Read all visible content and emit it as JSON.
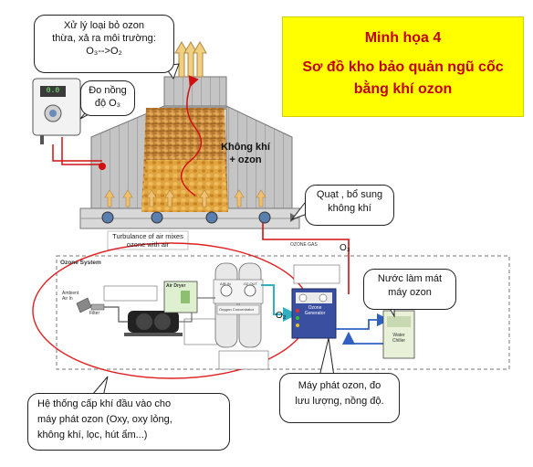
{
  "title": {
    "line1": "Minh họa 4",
    "line2": "Sơ đồ kho bảo quản ngũ cốc",
    "line3": "bằng khí ozon"
  },
  "callouts": {
    "excess_ozone_line1": "Xử lý loại bỏ ozon",
    "excess_ozone_line2": "thừa, xả ra môi trường:",
    "excess_ozone_line3": "O₃-->O₂",
    "sensor_line1": "Đo nồng",
    "sensor_line2": "độ O₃",
    "fan_line1": "Quạt , bổ sung",
    "fan_line2": "không khí",
    "cooling_line1": "Nước làm mát",
    "cooling_line2": "máy ozon",
    "feed_line1": "Hệ thống cấp khí đầu vào cho",
    "feed_line2": "máy phát ozon (Oxy, oxy lỏng,",
    "feed_line3": "không khí, lọc, hút ẩm...)",
    "generator_line1": "Máy  phát ozon, đo",
    "generator_line2": "lưu lượng, nồng độ."
  },
  "labels": {
    "air_ozone_line1": "Không khí",
    "air_ozone_line2": "+ ozon",
    "turbulence_line1": "Turbulance of air mixes",
    "turbulence_line2": "ozone with air",
    "ozone_gas": "OZONE GAS",
    "o3": "O₃",
    "o2": "O₂",
    "ozone_system": "Ozone System",
    "ambient_air": "Ambient",
    "air_in": "Air In",
    "filter": "Filter",
    "air_dryer": "Air Dryer",
    "oxygen_concentrator": "Oxygen Concentrator",
    "ozone_generator_line1": "Ozone",
    "ozone_generator_line2": "Generator",
    "water_chiller_line1": "Water",
    "water_chiller_line2": "Chiller",
    "air_in_gauge": "AIR IN",
    "o2_out_gauge": "O2 OUT",
    "sensor_display": "0.0"
  },
  "colors": {
    "title_bg": "#ffff00",
    "title_text": "#c00000",
    "ozone_line": "#d01010",
    "oxygen_line": "#30b0c0",
    "water_line": "#3060c0",
    "generator_blue": "#3a4fa0",
    "silo_gray": "#b8b8b8",
    "ellipse": "#e02020"
  }
}
